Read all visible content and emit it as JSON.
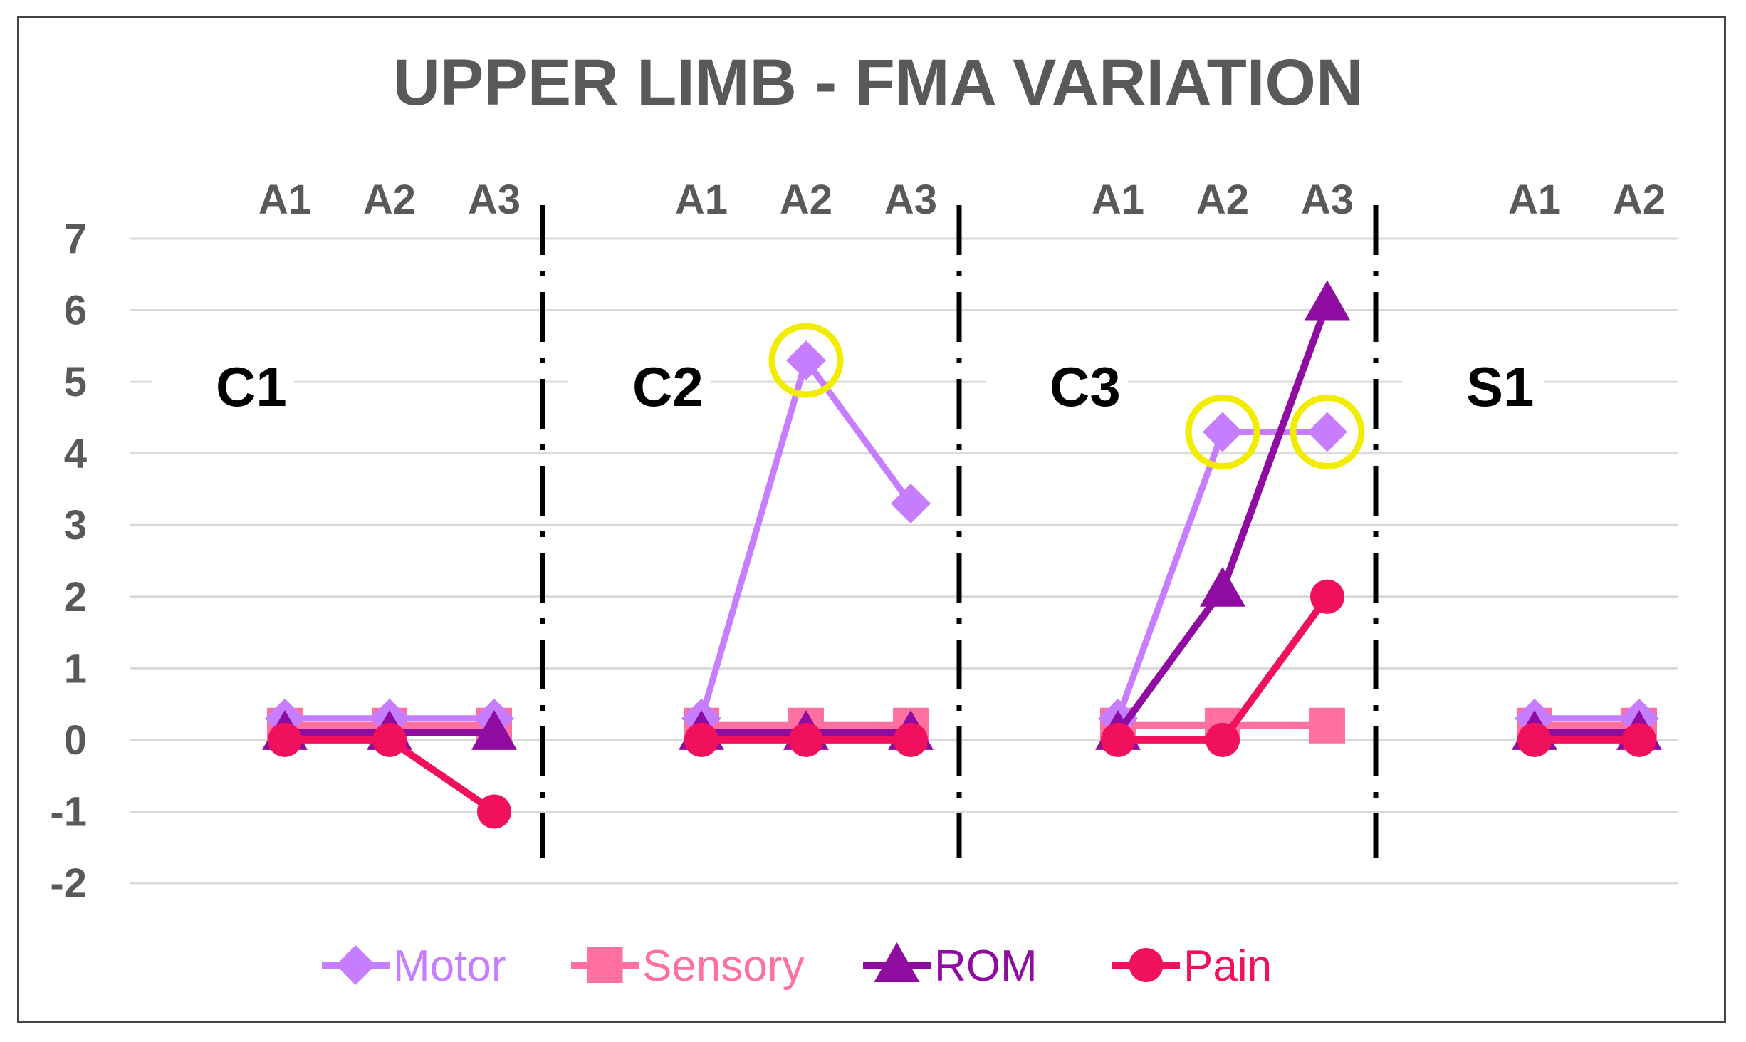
{
  "chart_data": {
    "type": "line",
    "title": "UPPER LIMB - FMA VARIATION",
    "ylim": [
      -2,
      7
    ],
    "yticks": [
      "7",
      "6",
      "5",
      "4",
      "3",
      "2",
      "1",
      "0",
      "-1",
      "-2"
    ],
    "grid": true,
    "legend_position": "bottom",
    "panels": [
      {
        "label": "C1",
        "categories": [
          "A1",
          "A2",
          "A3"
        ],
        "series": [
          {
            "name": "Motor",
            "values": [
              0.3,
              0.3,
              0.3
            ]
          },
          {
            "name": "Sensory",
            "values": [
              0.2,
              0.2,
              0.2
            ]
          },
          {
            "name": "ROM",
            "values": [
              0.1,
              0.1,
              0.1
            ]
          },
          {
            "name": "Pain",
            "values": [
              0,
              0,
              -1
            ]
          }
        ],
        "highlighted": []
      },
      {
        "label": "C2",
        "categories": [
          "A1",
          "A2",
          "A3"
        ],
        "series": [
          {
            "name": "Motor",
            "values": [
              0.3,
              5.3,
              3.3
            ]
          },
          {
            "name": "Sensory",
            "values": [
              0.2,
              0.2,
              0.2
            ]
          },
          {
            "name": "ROM",
            "values": [
              0.1,
              0.1,
              0.1
            ]
          },
          {
            "name": "Pain",
            "values": [
              0,
              0,
              0
            ]
          }
        ],
        "highlighted": [
          {
            "series": "Motor",
            "index": 1
          }
        ]
      },
      {
        "label": "C3",
        "categories": [
          "A1",
          "A2",
          "A3"
        ],
        "series": [
          {
            "name": "Motor",
            "values": [
              0.3,
              4.3,
              4.3
            ]
          },
          {
            "name": "Sensory",
            "values": [
              0.2,
              0.2,
              0.2
            ]
          },
          {
            "name": "ROM",
            "values": [
              0.1,
              2.1,
              6.1
            ]
          },
          {
            "name": "Pain",
            "values": [
              0,
              0,
              2
            ]
          }
        ],
        "highlighted": [
          {
            "series": "Motor",
            "index": 1
          },
          {
            "series": "Motor",
            "index": 2
          }
        ]
      },
      {
        "label": "S1",
        "categories": [
          "A1",
          "A2"
        ],
        "series": [
          {
            "name": "Motor",
            "values": [
              0.3,
              0.3
            ]
          },
          {
            "name": "Sensory",
            "values": [
              0.2,
              0.2
            ]
          },
          {
            "name": "ROM",
            "values": [
              0.1,
              0.1
            ]
          },
          {
            "name": "Pain",
            "values": [
              0,
              0
            ]
          }
        ],
        "highlighted": []
      }
    ],
    "legend": [
      {
        "name": "Motor",
        "marker": "diamond",
        "color": "#C77DFF"
      },
      {
        "name": "Sensory",
        "marker": "square",
        "color": "#FF6FA0"
      },
      {
        "name": "ROM",
        "marker": "triangle",
        "color": "#8E0DA0"
      },
      {
        "name": "Pain",
        "marker": "circle",
        "color": "#F0105E"
      }
    ],
    "highlight_color": "#F2EC00"
  }
}
